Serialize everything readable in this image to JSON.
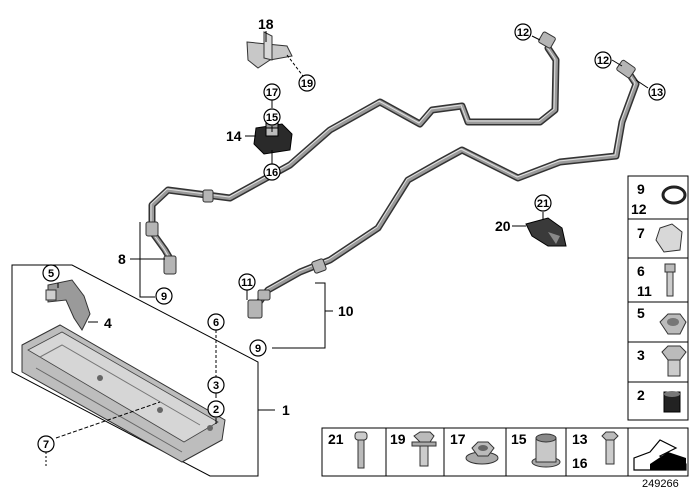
{
  "diagram": {
    "reference_number": "249266",
    "callouts": {
      "c18": "18",
      "c19": "19",
      "c17": "17",
      "c15": "15",
      "c14": "14",
      "c16": "16",
      "c12a": "12",
      "c12b": "12",
      "c13": "13",
      "c21": "21",
      "c20": "20",
      "c8": "8",
      "c9a": "9",
      "c11": "11",
      "c9b": "9",
      "c10": "10",
      "c5": "5",
      "c4": "4",
      "c6": "6",
      "c3": "3",
      "c2": "2",
      "c1": "1",
      "c7": "7"
    },
    "side_panel": [
      {
        "id": "s9_12",
        "top": "9",
        "bottom": "12",
        "icon": "o-ring-icon"
      },
      {
        "id": "s7",
        "top": "7",
        "bottom": "",
        "icon": "clip-icon"
      },
      {
        "id": "s6_11",
        "top": "6",
        "bottom": "11",
        "icon": "bolt-icon"
      },
      {
        "id": "s5",
        "top": "5",
        "bottom": "",
        "icon": "hex-nut-icon"
      },
      {
        "id": "s3",
        "top": "3",
        "bottom": "",
        "icon": "hex-bolt-icon"
      },
      {
        "id": "s2",
        "top": "2",
        "bottom": "",
        "icon": "grommet-icon"
      }
    ],
    "bottom_panel": [
      {
        "id": "b21",
        "top": "21",
        "bottom": "",
        "icon": "screw-icon"
      },
      {
        "id": "b19",
        "top": "19",
        "bottom": "",
        "icon": "flange-bolt-icon"
      },
      {
        "id": "b17",
        "top": "17",
        "bottom": "",
        "icon": "flange-nut-icon"
      },
      {
        "id": "b15",
        "top": "15",
        "bottom": "",
        "icon": "bushing-icon"
      },
      {
        "id": "b13_16",
        "top": "13",
        "bottom": "16",
        "icon": "small-bolt-icon"
      }
    ]
  }
}
